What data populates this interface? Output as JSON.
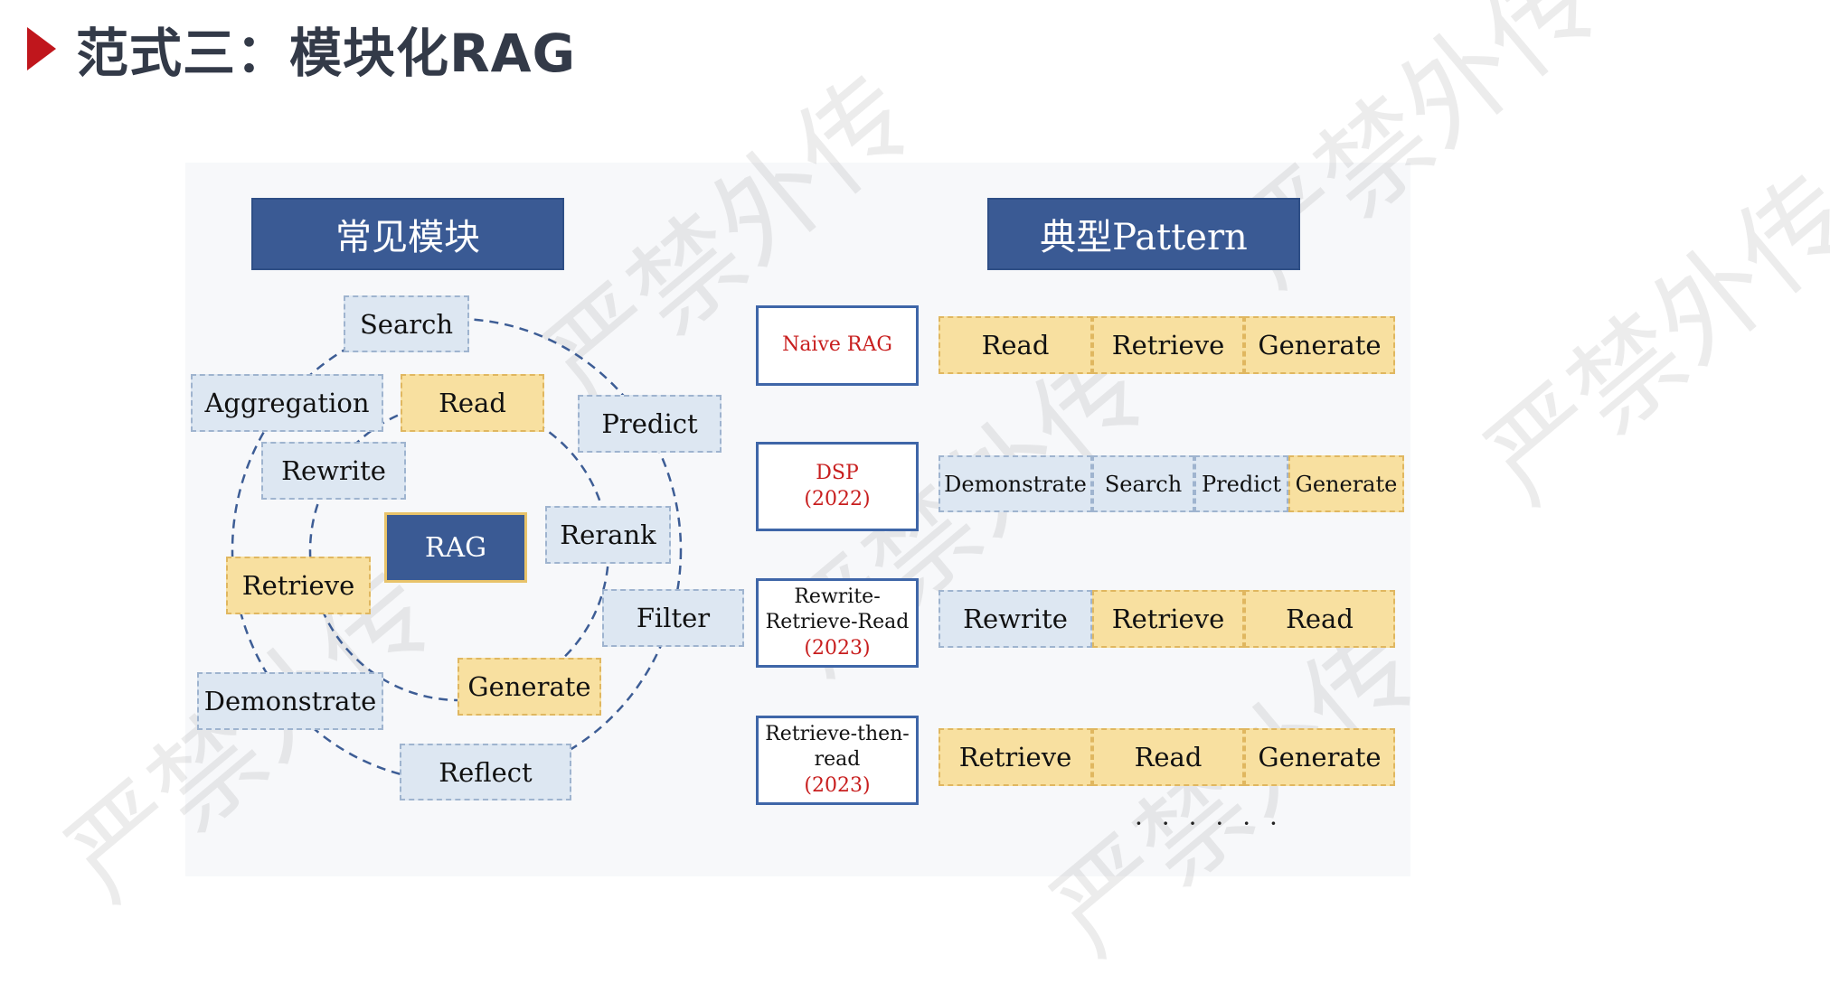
{
  "title": "范式三：模块化RAG",
  "left_header": "常见模块",
  "right_header": "典型Pattern",
  "center_node": "RAG",
  "modules": {
    "search": "Search",
    "aggregation": "Aggregation",
    "read": "Read",
    "predict": "Predict",
    "rewrite": "Rewrite",
    "rerank": "Rerank",
    "retrieve": "Retrieve",
    "filter": "Filter",
    "generate": "Generate",
    "demonstrate": "Demonstrate",
    "reflect": "Reflect"
  },
  "patterns": [
    {
      "label_lines": [
        "Naive RAG"
      ],
      "label_red": [
        true
      ],
      "steps": [
        {
          "text": "Read",
          "color": "yellow"
        },
        {
          "text": "Retrieve",
          "color": "yellow"
        },
        {
          "text": "Generate",
          "color": "yellow"
        }
      ]
    },
    {
      "label_lines": [
        "DSP",
        "(2022)"
      ],
      "label_red": [
        true,
        true
      ],
      "steps": [
        {
          "text": "Demonstrate",
          "color": "blue"
        },
        {
          "text": "Search",
          "color": "blue"
        },
        {
          "text": "Predict",
          "color": "blue"
        },
        {
          "text": "Generate",
          "color": "yellow"
        }
      ]
    },
    {
      "label_lines": [
        "Rewrite-",
        "Retrieve-Read",
        "(2023)"
      ],
      "label_red": [
        false,
        false,
        true
      ],
      "steps": [
        {
          "text": "Rewrite",
          "color": "blue"
        },
        {
          "text": "Retrieve",
          "color": "yellow"
        },
        {
          "text": "Read",
          "color": "yellow"
        }
      ]
    },
    {
      "label_lines": [
        "Retrieve-then-",
        "read",
        "(2023)"
      ],
      "label_red": [
        false,
        false,
        true
      ],
      "steps": [
        {
          "text": "Retrieve",
          "color": "yellow"
        },
        {
          "text": "Read",
          "color": "yellow"
        },
        {
          "text": "Generate",
          "color": "yellow"
        }
      ]
    }
  ],
  "ellipsis": "· · · · · ·",
  "watermark": "严禁外传",
  "colors": {
    "header": "#3a5a94",
    "module_blue": "#dde7f2",
    "module_yellow": "#f8e0a0",
    "title_arrow": "#c0161c"
  }
}
